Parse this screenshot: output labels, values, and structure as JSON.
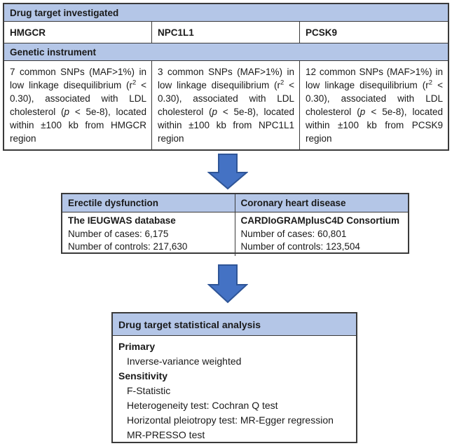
{
  "figure": {
    "top_table": {
      "header_row1": "Drug target investigated",
      "drug_targets": [
        "HMGCR",
        "NPC1L1",
        "PCSK9"
      ],
      "header_row2": "Genetic instrument",
      "instruments": [
        {
          "segments": [
            {
              "t": "7 common SNPs (MAF>1%) in low linkage disequilibrium (r"
            },
            {
              "sup": "2"
            },
            {
              "t": " < 0.30), associated with LDL cholesterol ("
            },
            {
              "i": "p"
            },
            {
              "t": " < 5e-8), located within ±100 kb from HMGCR region"
            }
          ]
        },
        {
          "segments": [
            {
              "t": "3 common SNPs (MAF>1%) in low linkage disequilibrium (r"
            },
            {
              "sup": "2"
            },
            {
              "t": " < 0.30), associated with LDL cholesterol ("
            },
            {
              "i": "p"
            },
            {
              "t": " < 5e-8), located within ±100 kb from NPC1L1 region"
            }
          ]
        },
        {
          "segments": [
            {
              "t": "12 common SNPs (MAF>1%) in low linkage disequilibrium (r"
            },
            {
              "sup": "2"
            },
            {
              "t": " < 0.30), associated with LDL cholesterol ("
            },
            {
              "i": "p"
            },
            {
              "t": " < 5e-8), located within ±100 kb from PCSK9 region"
            }
          ]
        }
      ]
    },
    "outcome_table": {
      "columns": [
        {
          "header": "Erectile dysfunction",
          "source": "The IEUGWAS database",
          "cases": "Number of cases: 6,175",
          "controls": "Number of controls: 217,630"
        },
        {
          "header": "Coronary heart disease",
          "source": "CARDIoGRAMplusC4D Consortium",
          "cases": "Number of cases: 60,801",
          "controls": "Number of controls: 123,504"
        }
      ]
    },
    "analysis_box": {
      "header": "Drug target statistical analysis",
      "lines": [
        {
          "text": "Primary"
        },
        {
          "text": "Inverse-variance weighted"
        },
        {
          "text": "Sensitivity"
        },
        {
          "text": "F-Statistic"
        },
        {
          "text": "Heterogeneity test: Cochran Q test"
        },
        {
          "text": "Horizontal pleiotropy test: MR-Egger regression"
        },
        {
          "text": "MR-PRESSO test"
        }
      ]
    }
  },
  "icons": {
    "down_arrow": "down-arrow-icon"
  },
  "colors": {
    "header_bg": "#b4c6e7",
    "arrow_fill": "#4472c4",
    "arrow_stroke": "#2f5597",
    "border": "#3a3a3a",
    "text": "#1a1a1a"
  }
}
